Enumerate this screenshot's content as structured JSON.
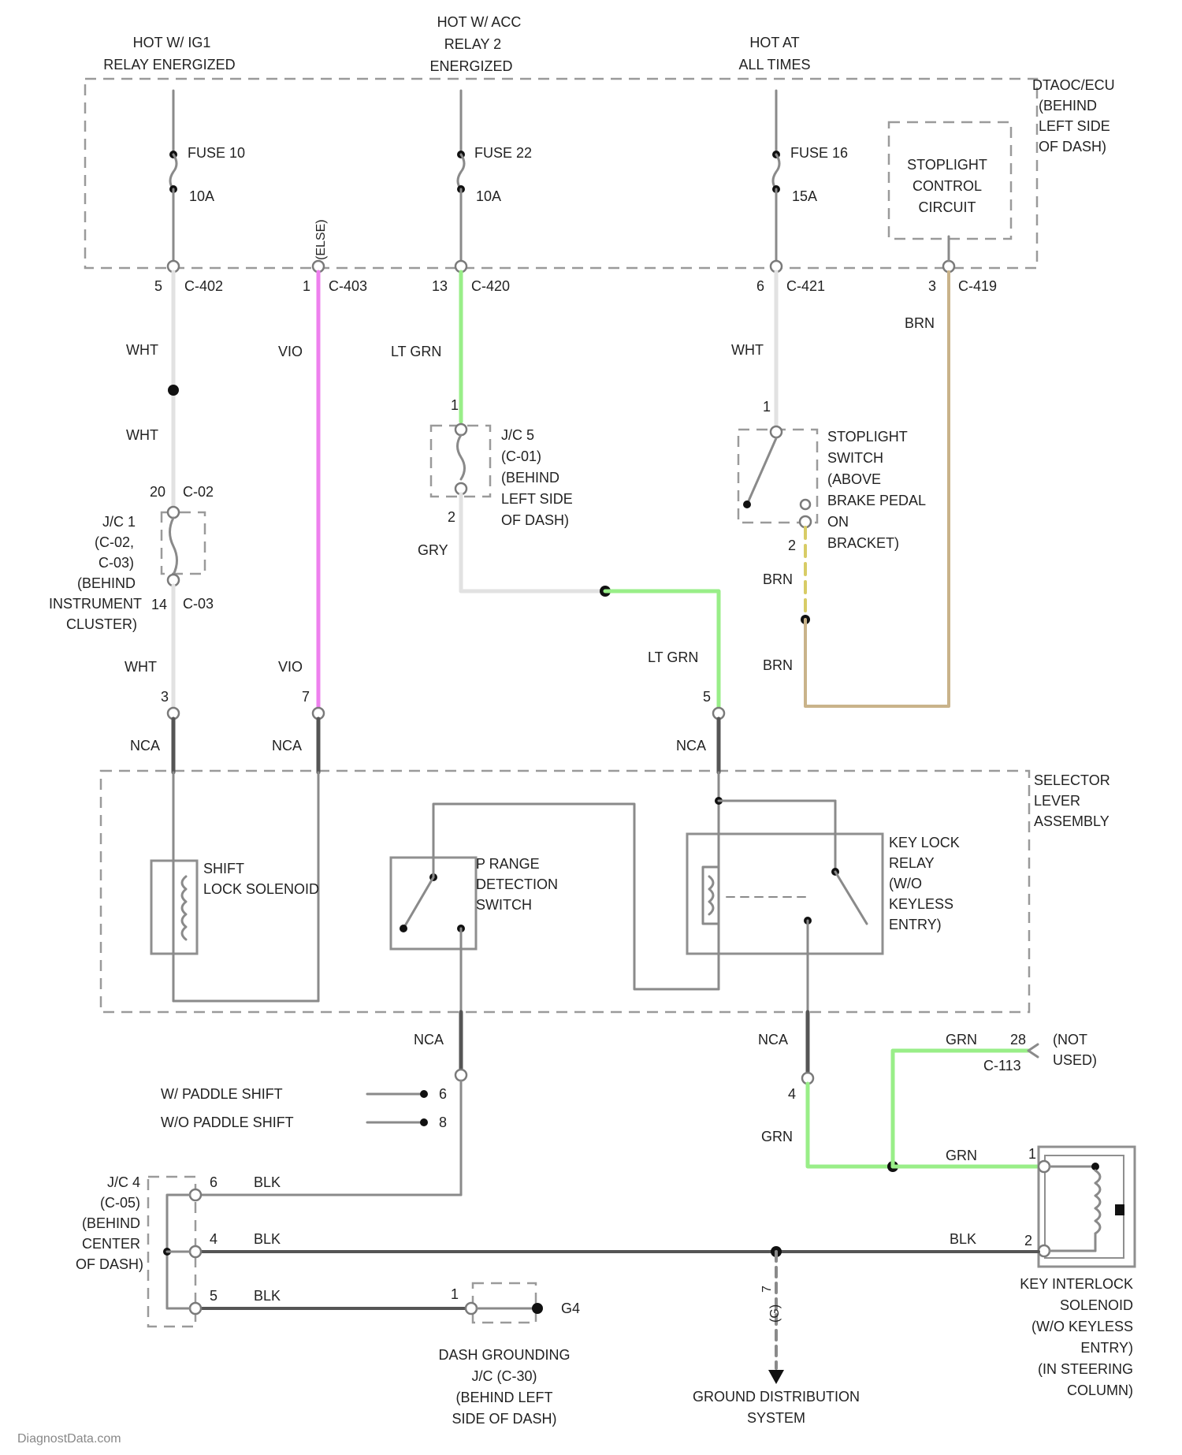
{
  "colors": {
    "violet": "#ee80ee",
    "light_green": "#99ee88",
    "brown": "#c9b38a",
    "brown_dash": "#d8cc66",
    "white_wire": "#e2e2e2",
    "gray_wire": "#8a8a8a",
    "black_wire": "#555555"
  },
  "sources": {
    "ig1": [
      "HOT W/ IG1",
      "RELAY ENERGIZED"
    ],
    "acc": [
      "HOT W/ ACC",
      "RELAY 2",
      "ENERGIZED"
    ],
    "always": [
      "HOT AT",
      "ALL TIMES"
    ]
  },
  "ecu_label": [
    "DTAOC/ECU",
    "(BEHIND",
    "LEFT SIDE",
    "OF DASH)"
  ],
  "fuses": [
    {
      "name": "FUSE 10",
      "rating": "10A"
    },
    {
      "name": "FUSE 22",
      "rating": "10A"
    },
    {
      "name": "FUSE 16",
      "rating": "15A"
    }
  ],
  "stoplight_control": [
    "STOPLIGHT",
    "CONTROL",
    "CIRCUIT"
  ],
  "vertical_tag": "(ELSE)",
  "connectors": {
    "c402": {
      "pin": "5",
      "name": "C-402"
    },
    "c403": {
      "pin": "1",
      "name": "C-403"
    },
    "c420": {
      "pin": "13",
      "name": "C-420"
    },
    "c421": {
      "pin": "6",
      "name": "C-421"
    },
    "c419": {
      "pin": "3",
      "name": "C-419"
    }
  },
  "wires": {
    "wht": "WHT",
    "vio": "VIO",
    "lt_grn": "LT GRN",
    "gry": "GRY",
    "brn": "BRN",
    "nca": "NCA",
    "grn": "GRN",
    "blk": "BLK"
  },
  "jc1": {
    "pin_top": "20",
    "conn_top": "C-02",
    "pin_bot": "14",
    "conn_bot": "C-03",
    "lines": [
      "J/C 1",
      "(C-02,",
      "C-03)",
      "(BEHIND",
      "INSTRUMENT",
      "CLUSTER)"
    ]
  },
  "jc5": {
    "pin_top": "1",
    "pin_bot": "2",
    "lines": [
      "J/C 5",
      "(C-01)",
      "(BEHIND",
      "LEFT SIDE",
      "OF DASH)"
    ]
  },
  "stoplight_switch": {
    "pin_top": "1",
    "pin_bot": "2",
    "lines": [
      "STOPLIGHT",
      "SWITCH",
      "(ABOVE",
      "BRAKE PEDAL",
      "ON",
      "BRACKET)"
    ]
  },
  "selector_pins": {
    "p1": "3",
    "p2": "7",
    "p3": "5"
  },
  "selector_label": [
    "SELECTOR",
    "LEVER",
    "ASSEMBLY"
  ],
  "shift_lock": [
    "SHIFT",
    "LOCK SOLENOID"
  ],
  "p_range": [
    "P RANGE",
    "DETECTION",
    "SWITCH"
  ],
  "key_lock_relay": [
    "KEY LOCK",
    "RELAY",
    "(W/O",
    "KEYLESS",
    "ENTRY)"
  ],
  "paddle": {
    "w": "W/ PADDLE SHIFT",
    "w_pin": "6",
    "wo": "W/O PADDLE SHIFT",
    "wo_pin": "8"
  },
  "pin4": "4",
  "c113": {
    "pin": "28",
    "name": "C-113",
    "note": [
      "(NOT",
      "USED)"
    ]
  },
  "jc4": {
    "pins": [
      "6",
      "4",
      "5"
    ],
    "lines": [
      "J/C 4",
      "(C-05)",
      "(BEHIND",
      "CENTER",
      "OF DASH)"
    ]
  },
  "dash_ground": {
    "pin": "1",
    "tag": "G4",
    "lines": [
      "DASH GROUNDING",
      "J/C (C-30)",
      "(BEHIND LEFT",
      "SIDE OF DASH)"
    ]
  },
  "ground_distribution": [
    "GROUND DISTRIBUTION",
    "SYSTEM"
  ],
  "ground_pin": "7",
  "ground_tag": "(G)",
  "key_interlock": {
    "pin_top": "1",
    "pin_bot": "2",
    "lines": [
      "KEY INTERLOCK",
      "SOLENOID",
      "(W/O KEYLESS",
      "ENTRY)",
      "(IN STEERING",
      "COLUMN)"
    ]
  },
  "watermark": "DiagnostData.com"
}
